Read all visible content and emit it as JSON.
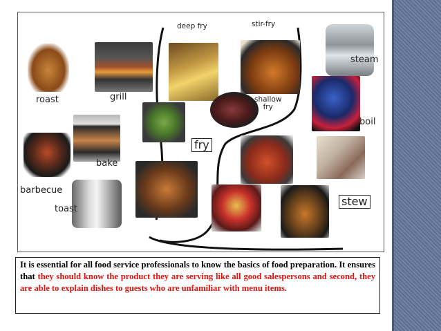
{
  "labels": {
    "roast": "roast",
    "grill": "grill",
    "deep_fry": "deep fry",
    "stir_fry": "stir-fry",
    "steam": "steam",
    "shallow_fry": "shallow\nfry",
    "boil": "boil",
    "bake": "bake",
    "fry": "fry",
    "barbecue": "barbecue",
    "toast": "toast",
    "stew": "stew"
  },
  "caption": {
    "black_1": "It is essential for all food service professionals to know the basics of food preparation. It ensures that ",
    "red": "they should know the product they are serving like all good salespersons and second, they are able to explain dishes to guests who are unfamiliar with menu items.",
    "black_2": ""
  },
  "colors": {
    "highlight": "#e1140f",
    "sidebar": "#6a7c9c"
  }
}
